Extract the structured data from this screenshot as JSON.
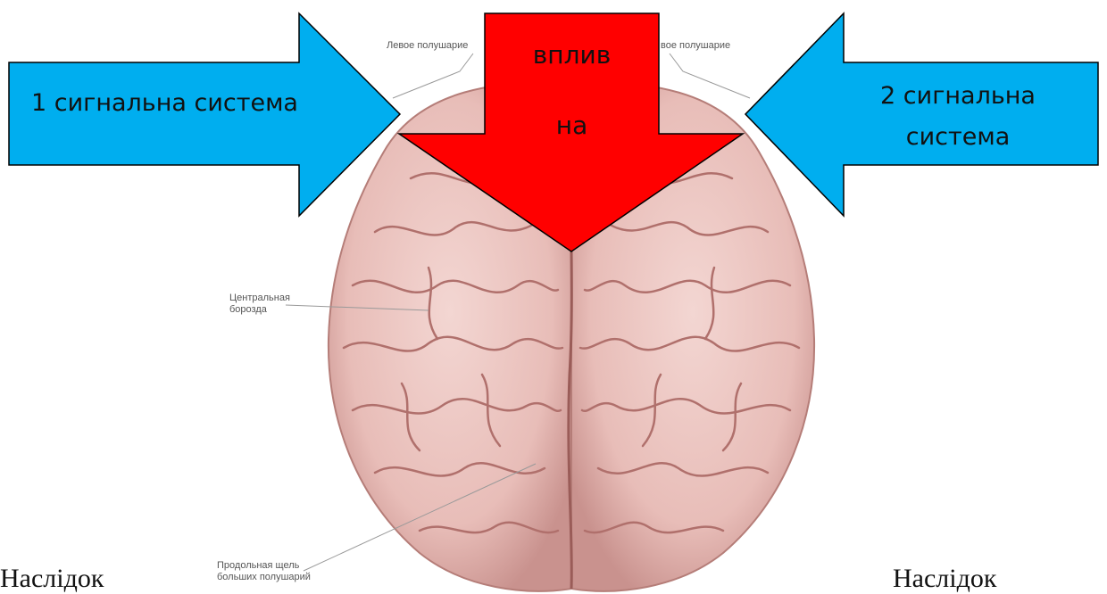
{
  "brain_labels": {
    "left_hemisphere": "Левое полушарие",
    "right_hemisphere": "Правое полушарие",
    "right_hemisphere_visible": "вое полушарие",
    "central_sulcus_line1": "Центральная",
    "central_sulcus_line2": "борозда",
    "fissure_line1": "Продольная щель",
    "fissure_line2": "больших полушарий"
  },
  "arrows": {
    "left": {
      "text": "1 сигнальна система",
      "color": "#00AEEF"
    },
    "right": {
      "line1": "2 сигнальна",
      "line2": "система",
      "color": "#00AEEF"
    },
    "down": {
      "line1": "вплив",
      "line2": "на",
      "color": "#FF0000"
    }
  },
  "bottom": {
    "left_text": "Наслідок",
    "right_text": "Наслідок"
  },
  "colors": {
    "brain_fill": "#EBC4C0",
    "brain_shadow": "#C9928E",
    "gyri_line": "#B0706C"
  }
}
